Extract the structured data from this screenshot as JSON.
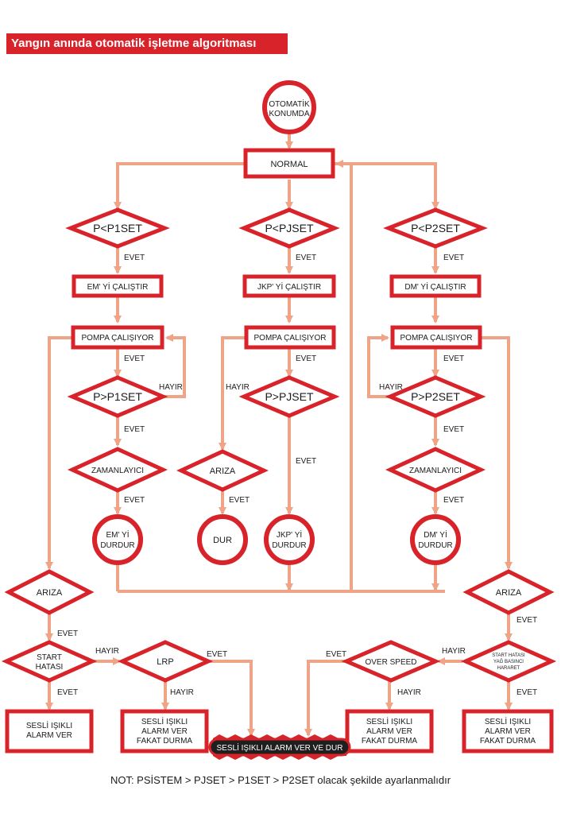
{
  "title": "Yangın anında otomatik işletme algoritması",
  "nodes": {
    "otomatik": [
      "OTOMATİK",
      "KONUMDA"
    ],
    "normal": "NORMAL",
    "p_p1set": "P<P1SET",
    "p_pjset": "P<PJSET",
    "p_p2set": "P<P2SET",
    "em_run": "EM' Yİ ÇALIŞTIR",
    "jkp_run": "JKP' Yİ ÇALIŞTIR",
    "dm_run": "DM' Yİ ÇALIŞTIR",
    "pompa_left": "POMPA ÇALIŞIYOR",
    "pompa_mid": "POMPA ÇALIŞIYOR",
    "pompa_right": "POMPA ÇALIŞIYOR",
    "p_gt_p1set": "P>P1SET",
    "p_gt_pjset": "P>PJSET",
    "p_gt_p2set": "P>P2SET",
    "timer_left": "ZAMANLAYICI",
    "timer_right": "ZAMANLAYICI",
    "ariza_mid": "ARIZA",
    "dur": "DUR",
    "em_stop": [
      "EM' Yİ",
      "DURDUR"
    ],
    "jkp_stop": [
      "JKP' Yİ",
      "DURDUR"
    ],
    "dm_stop": [
      "DM' Yİ",
      "DURDUR"
    ],
    "ariza_left": "ARIZA",
    "ariza_right": "ARIZA",
    "start_hatasi": [
      "START",
      "HATASI"
    ],
    "lrp": "LRP",
    "over_speed": "OVER SPEED",
    "start_hatasi_yag": [
      "START HATASI",
      "YAĞ BASINCI",
      "HARARET"
    ],
    "alarm_left": [
      "SESLİ IŞIKLI",
      "ALARM VER"
    ],
    "alarm_lrp": [
      "SESLİ IŞIKLI",
      "ALARM VER",
      "FAKAT DURMA"
    ],
    "alarm_overspeed": [
      "SESLİ IŞIKLI",
      "ALARM VER",
      "FAKAT DURMA"
    ],
    "alarm_right": [
      "SESLİ IŞIKLI",
      "ALARM VER",
      "FAKAT DURMA"
    ],
    "final": "SESLİ IŞIKLI ALARM VER VE DUR"
  },
  "edge_labels": {
    "evet": "EVET",
    "hayir": "HAYIR"
  },
  "note": "NOT:  PSİSTEM > PJSET > P1SET > P2SET olacak şekilde ayarlanmalıdır",
  "colors": {
    "red": "#d8232a",
    "arrow": "#f0a487",
    "text": "#1c1c1c",
    "final_bg": "#1f1f1f"
  }
}
